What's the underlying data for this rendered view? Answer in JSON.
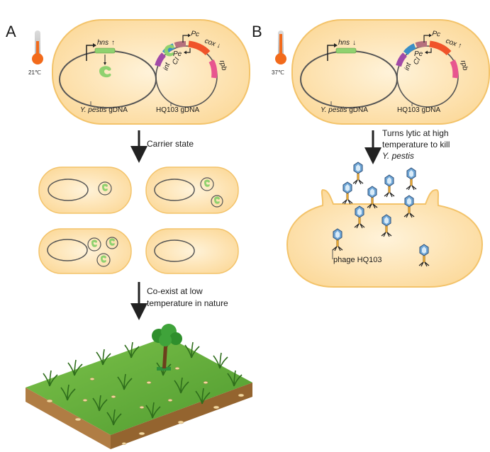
{
  "panel_a": {
    "letter": "A",
    "temperature": "21℃",
    "hns_label": "hns",
    "hns_arrow": "↑",
    "host_genome_species": "Y. pestis",
    "host_genome_suffix": " gDNA",
    "phage_genome_label": "HQ103 gDNA",
    "gene_pc": "Pc",
    "gene_pe": "Pe",
    "gene_cox": "cox",
    "cox_arrow": "↓",
    "gene_rpb": "rpb",
    "gene_int": "int",
    "gene_ci": "CI",
    "step1": "Carrier state",
    "step2_line1": "Co-exist at low",
    "step2_line2": "temperature in nature"
  },
  "panel_b": {
    "letter": "B",
    "temperature": "37℃",
    "hns_label": "hns",
    "hns_arrow": "↓",
    "host_genome_species": "Y. pestis",
    "host_genome_suffix": " gDNA",
    "phage_genome_label": "HQ103 gDNA",
    "gene_pc": "Pc",
    "gene_pe": "Pe",
    "gene_cox": "cox",
    "cox_arrow": "↑",
    "gene_rpb": "rpb",
    "gene_int": "int",
    "gene_ci": "CI",
    "step_line1": "Turns lytic at high",
    "step_line2": "temperature to kill",
    "step_line3": "Y. pestis",
    "phage_label": "phage HQ103"
  },
  "colors": {
    "cell_fill": "#fde3b4",
    "cell_stroke": "#f3c36a",
    "hns_green": "#8fd16f",
    "cox_red": "#f0532a",
    "rpb_pink": "#e8558f",
    "int_purple": "#a14aa8",
    "ci_blue": "#3b8fc6",
    "pe_mauve": "#b5707d",
    "thermo_orange": "#f26a1b",
    "grass": "#5aa83a",
    "soil": "#a5773f"
  }
}
